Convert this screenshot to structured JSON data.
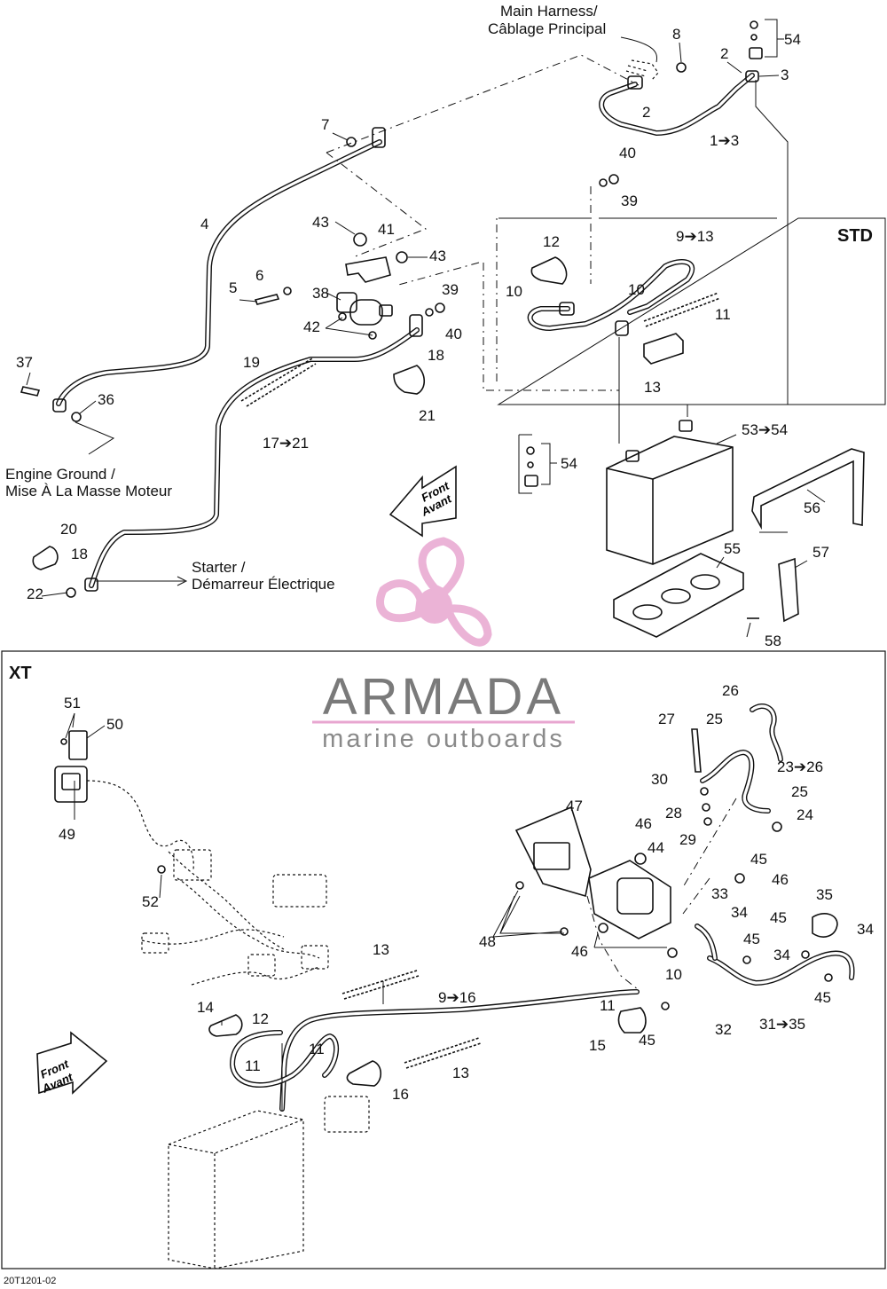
{
  "watermark": {
    "brand": "ARMADA",
    "tagline": "marine outboards",
    "logo_color": "#e8a6d0",
    "brand_color": "#7a7a7a"
  },
  "sections": {
    "std": "STD",
    "xt": "XT"
  },
  "captions": {
    "main_harness_1": "Main Harness/",
    "main_harness_2": "Câblage Principal",
    "engine_ground_1": "Engine Ground /",
    "engine_ground_2": "Mise À La Masse Moteur",
    "starter_1": "Starter /",
    "starter_2": "Démarreur Électrique",
    "front_1": "Front",
    "front_2": "Avant"
  },
  "footer": {
    "code": "20T1201-02"
  },
  "std_callouts": [
    "8",
    "2",
    "54",
    "3",
    "2",
    "1➔3",
    "7",
    "40",
    "39",
    "4",
    "9➔13",
    "12",
    "43",
    "41",
    "43",
    "6",
    "10",
    "10",
    "11",
    "5",
    "38",
    "39",
    "42",
    "40",
    "18",
    "37",
    "19",
    "13",
    "21",
    "36",
    "17➔21",
    "53➔54",
    "54",
    "56",
    "20",
    "18",
    "55",
    "57",
    "22",
    "58"
  ],
  "xt_callouts": [
    "51",
    "50",
    "26",
    "27",
    "25",
    "23➔26",
    "49",
    "30",
    "25",
    "28",
    "24",
    "29",
    "47",
    "46",
    "44",
    "45",
    "46",
    "52",
    "35",
    "33",
    "34",
    "45",
    "34",
    "48",
    "45",
    "46",
    "34",
    "13",
    "10",
    "45",
    "9➔16",
    "14",
    "12",
    "11",
    "15",
    "45",
    "31➔35",
    "32",
    "11",
    "11",
    "13",
    "16"
  ]
}
